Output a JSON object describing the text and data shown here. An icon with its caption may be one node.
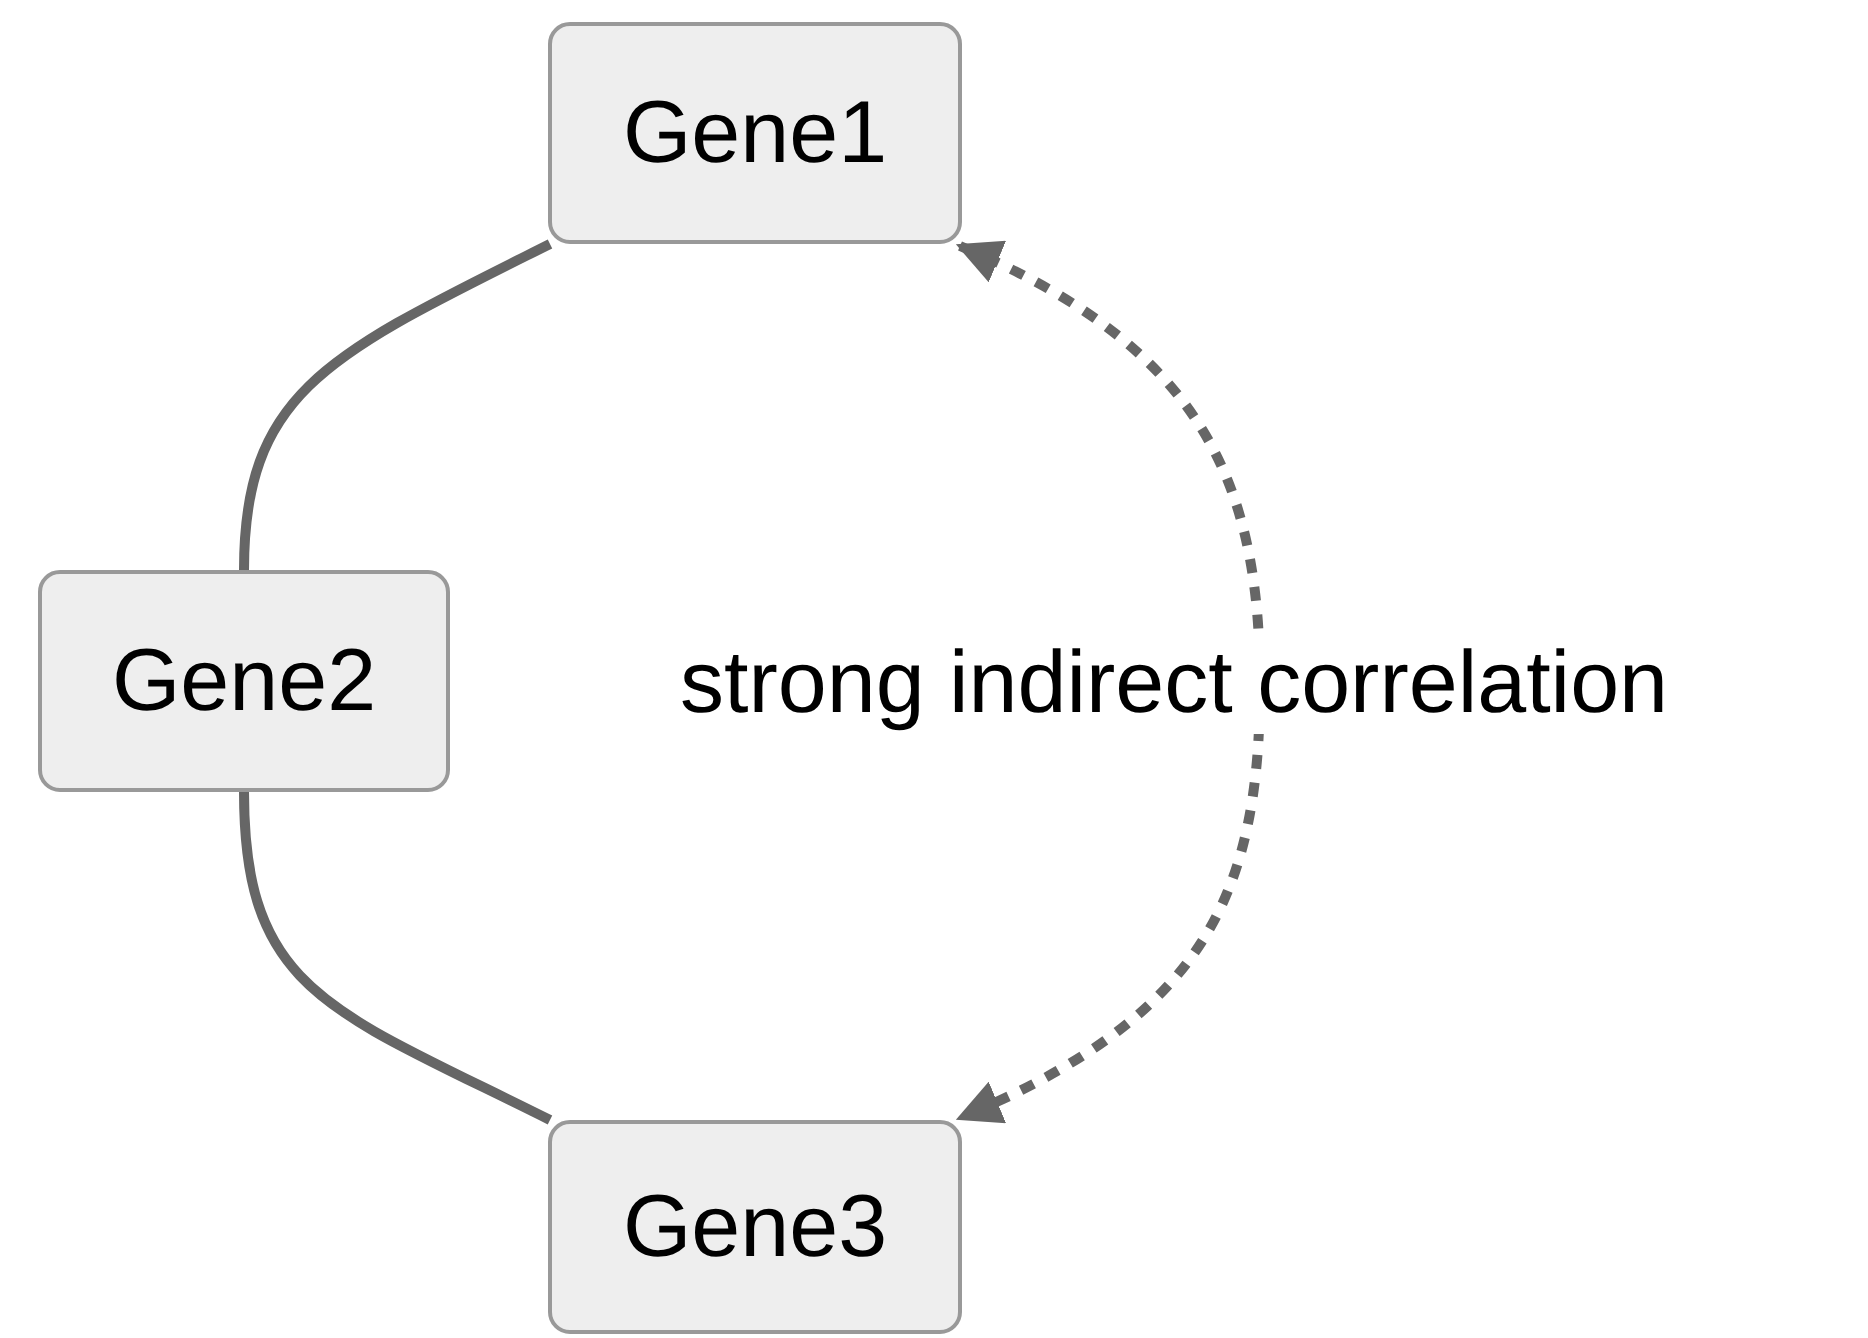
{
  "diagram": {
    "nodes": [
      {
        "text": [
          "Gene1"
        ]
      },
      {
        "text": [
          "Gene2"
        ]
      },
      {
        "text": [
          "Gene3"
        ]
      }
    ],
    "edges": [
      {
        "from": 0,
        "to": 1,
        "arrow": "none"
      },
      {
        "from": 1,
        "to": 2,
        "arrow": "none"
      },
      {
        "from": 0,
        "to": 2,
        "arrow": "both",
        "style": "dashed",
        "label": "strong indirect correlation"
      }
    ]
  }
}
